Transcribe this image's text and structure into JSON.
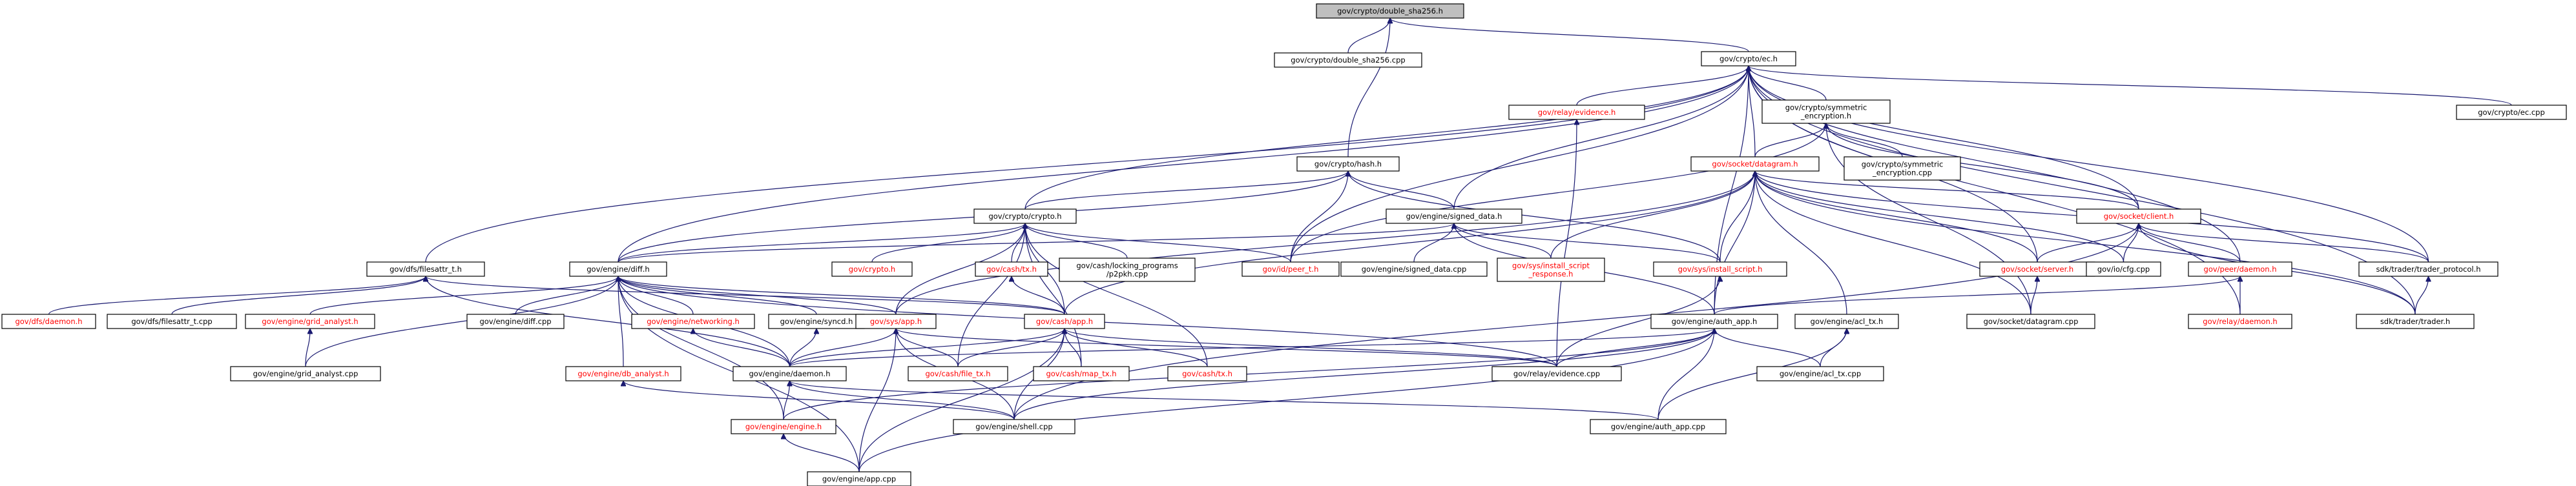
{
  "colors": {
    "edge": "#191970",
    "root_fill": "#bfbfbf",
    "node_fill": "#ffffff",
    "text_normal": "#000000",
    "text_link": "#ff0000"
  },
  "nodes": [
    {
      "id": "root",
      "lines": [
        "gov/crypto/double_sha256.h"
      ],
      "kind": "root"
    },
    {
      "id": "dsha_cpp",
      "lines": [
        "gov/crypto/double_sha256.cpp"
      ],
      "kind": "normal"
    },
    {
      "id": "ec_h",
      "lines": [
        "gov/crypto/ec.h"
      ],
      "kind": "normal"
    },
    {
      "id": "hash_h",
      "lines": [
        "gov/crypto/hash.h"
      ],
      "kind": "normal"
    },
    {
      "id": "evidence_h",
      "lines": [
        "gov/relay/evidence.h"
      ],
      "kind": "link"
    },
    {
      "id": "sym_h",
      "lines": [
        "gov/crypto/symmetric",
        "_encryption.h"
      ],
      "kind": "normal"
    },
    {
      "id": "ec_cpp",
      "lines": [
        "gov/crypto/ec.cpp"
      ],
      "kind": "normal"
    },
    {
      "id": "sym_cpp",
      "lines": [
        "gov/crypto/symmetric",
        "_encryption.cpp"
      ],
      "kind": "normal"
    },
    {
      "id": "datagram_h",
      "lines": [
        "gov/socket/datagram.h"
      ],
      "kind": "link"
    },
    {
      "id": "crypto_h",
      "lines": [
        "gov/crypto/crypto.h"
      ],
      "kind": "normal"
    },
    {
      "id": "signed_h",
      "lines": [
        "gov/engine/signed_data.h"
      ],
      "kind": "normal"
    },
    {
      "id": "client_h",
      "lines": [
        "gov/socket/client.h"
      ],
      "kind": "link"
    },
    {
      "id": "filesattr_h",
      "lines": [
        "gov/dfs/filesattr_t.h"
      ],
      "kind": "normal"
    },
    {
      "id": "diff_h",
      "lines": [
        "gov/engine/diff.h"
      ],
      "kind": "normal"
    },
    {
      "id": "crypto_red",
      "lines": [
        "gov/crypto.h"
      ],
      "kind": "link"
    },
    {
      "id": "cashtx_h",
      "lines": [
        "gov/cash/tx.h"
      ],
      "kind": "link"
    },
    {
      "id": "p2pkh",
      "lines": [
        "gov/cash/locking_programs",
        "/p2pkh.cpp"
      ],
      "kind": "normal"
    },
    {
      "id": "peer_h",
      "lines": [
        "gov/id/peer_t.h"
      ],
      "kind": "link"
    },
    {
      "id": "signed_cpp",
      "lines": [
        "gov/engine/signed_data.cpp"
      ],
      "kind": "normal"
    },
    {
      "id": "install_resp",
      "lines": [
        "gov/sys/install_script",
        "_response.h"
      ],
      "kind": "link"
    },
    {
      "id": "install_h",
      "lines": [
        "gov/sys/install_script.h"
      ],
      "kind": "link"
    },
    {
      "id": "server_h",
      "lines": [
        "gov/socket/server.h"
      ],
      "kind": "link"
    },
    {
      "id": "cfg_cpp",
      "lines": [
        "gov/io/cfg.cpp"
      ],
      "kind": "normal"
    },
    {
      "id": "peerd_h",
      "lines": [
        "gov/peer/daemon.h"
      ],
      "kind": "link"
    },
    {
      "id": "proto_h",
      "lines": [
        "sdk/trader/trader_protocol.h"
      ],
      "kind": "normal"
    },
    {
      "id": "dfsdaemon_h",
      "lines": [
        "gov/dfs/daemon.h"
      ],
      "kind": "link"
    },
    {
      "id": "filesattr_cpp",
      "lines": [
        "gov/dfs/filesattr_t.cpp"
      ],
      "kind": "normal"
    },
    {
      "id": "grid_h",
      "lines": [
        "gov/engine/grid_analyst.h"
      ],
      "kind": "link"
    },
    {
      "id": "diff_cpp",
      "lines": [
        "gov/engine/diff.cpp"
      ],
      "kind": "normal"
    },
    {
      "id": "net_h",
      "lines": [
        "gov/engine/networking.h"
      ],
      "kind": "link"
    },
    {
      "id": "syncd_h",
      "lines": [
        "gov/engine/syncd.h"
      ],
      "kind": "normal"
    },
    {
      "id": "sysapp_h",
      "lines": [
        "gov/sys/app.h"
      ],
      "kind": "link"
    },
    {
      "id": "cashapp_h",
      "lines": [
        "gov/cash/app.h"
      ],
      "kind": "link"
    },
    {
      "id": "authapp_h",
      "lines": [
        "gov/engine/auth_app.h"
      ],
      "kind": "normal"
    },
    {
      "id": "acltx_h",
      "lines": [
        "gov/engine/acl_tx.h"
      ],
      "kind": "normal"
    },
    {
      "id": "datagram_cpp",
      "lines": [
        "gov/socket/datagram.cpp"
      ],
      "kind": "normal"
    },
    {
      "id": "relayd_h",
      "lines": [
        "gov/relay/daemon.h"
      ],
      "kind": "link"
    },
    {
      "id": "trader_h",
      "lines": [
        "sdk/trader/trader.h"
      ],
      "kind": "normal"
    },
    {
      "id": "grid_cpp",
      "lines": [
        "gov/engine/grid_analyst.cpp"
      ],
      "kind": "normal"
    },
    {
      "id": "db_h",
      "lines": [
        "gov/engine/db_analyst.h"
      ],
      "kind": "link"
    },
    {
      "id": "engd_h",
      "lines": [
        "gov/engine/daemon.h"
      ],
      "kind": "normal"
    },
    {
      "id": "filetx_h",
      "lines": [
        "gov/cash/file_tx.h"
      ],
      "kind": "link"
    },
    {
      "id": "mapt_h",
      "lines": [
        "gov/cash/map_tx.h"
      ],
      "kind": "link"
    },
    {
      "id": "cashtx2_h",
      "lines": [
        "gov/cash/tx.h"
      ],
      "kind": "link"
    },
    {
      "id": "evidence_cpp",
      "lines": [
        "gov/relay/evidence.cpp"
      ],
      "kind": "normal"
    },
    {
      "id": "acltx_cpp",
      "lines": [
        "gov/engine/acl_tx.cpp"
      ],
      "kind": "normal"
    },
    {
      "id": "engine_h",
      "lines": [
        "gov/engine/engine.h"
      ],
      "kind": "link"
    },
    {
      "id": "shell_cpp",
      "lines": [
        "gov/engine/shell.cpp"
      ],
      "kind": "normal"
    },
    {
      "id": "authapp_cpp",
      "lines": [
        "gov/engine/auth_app.cpp"
      ],
      "kind": "normal"
    },
    {
      "id": "app_cpp",
      "lines": [
        "gov/engine/app.cpp"
      ],
      "kind": "normal"
    }
  ],
  "edges": [
    [
      "dsha_cpp",
      "root"
    ],
    [
      "ec_h",
      "root"
    ],
    [
      "hash_h",
      "root"
    ],
    [
      "ec_cpp",
      "ec_h"
    ],
    [
      "evidence_h",
      "ec_h"
    ],
    [
      "sym_h",
      "ec_h"
    ],
    [
      "datagram_h",
      "ec_h"
    ],
    [
      "crypto_h",
      "ec_h"
    ],
    [
      "signed_h",
      "ec_h"
    ],
    [
      "client_h",
      "ec_h"
    ],
    [
      "filesattr_h",
      "ec_h"
    ],
    [
      "diff_h",
      "ec_h"
    ],
    [
      "authapp_h",
      "ec_h"
    ],
    [
      "server_h",
      "ec_h"
    ],
    [
      "peerd_h",
      "ec_h"
    ],
    [
      "proto_h",
      "ec_h"
    ],
    [
      "trader_h",
      "ec_h"
    ],
    [
      "relayd_h",
      "ec_h"
    ],
    [
      "peer_h",
      "ec_h"
    ],
    [
      "sym_cpp",
      "sym_h"
    ],
    [
      "datagram_h",
      "sym_h"
    ],
    [
      "client_h",
      "sym_h"
    ],
    [
      "datagram_cpp",
      "sym_h"
    ],
    [
      "peer_h",
      "sym_h"
    ],
    [
      "crypto_h",
      "hash_h"
    ],
    [
      "signed_h",
      "hash_h"
    ],
    [
      "diff_h",
      "hash_h"
    ],
    [
      "peer_h",
      "hash_h"
    ],
    [
      "install_h",
      "hash_h"
    ],
    [
      "evidence_cpp",
      "evidence_h"
    ],
    [
      "client_h",
      "datagram_h"
    ],
    [
      "install_resp",
      "datagram_h"
    ],
    [
      "install_h",
      "datagram_h"
    ],
    [
      "server_h",
      "datagram_h"
    ],
    [
      "cfg_cpp",
      "datagram_h"
    ],
    [
      "acltx_h",
      "datagram_h"
    ],
    [
      "datagram_cpp",
      "datagram_h"
    ],
    [
      "proto_h",
      "datagram_h"
    ],
    [
      "cashapp_h",
      "datagram_h"
    ],
    [
      "authapp_h",
      "datagram_h"
    ],
    [
      "trader_h",
      "datagram_h"
    ],
    [
      "sysapp_h",
      "datagram_h"
    ],
    [
      "crypto_red",
      "crypto_h"
    ],
    [
      "cashtx_h",
      "crypto_h"
    ],
    [
      "p2pkh",
      "crypto_h"
    ],
    [
      "peer_h",
      "crypto_h"
    ],
    [
      "diff_h",
      "crypto_h"
    ],
    [
      "sysapp_h",
      "crypto_h"
    ],
    [
      "cashapp_h",
      "crypto_h"
    ],
    [
      "mapt_h",
      "crypto_h"
    ],
    [
      "cashtx2_h",
      "crypto_h"
    ],
    [
      "filetx_h",
      "crypto_h"
    ],
    [
      "signed_cpp",
      "signed_h"
    ],
    [
      "install_resp",
      "signed_h"
    ],
    [
      "install_h",
      "signed_h"
    ],
    [
      "diff_h",
      "signed_h"
    ],
    [
      "authapp_h",
      "signed_h"
    ],
    [
      "server_h",
      "client_h"
    ],
    [
      "cfg_cpp",
      "client_h"
    ],
    [
      "peerd_h",
      "client_h"
    ],
    [
      "proto_h",
      "client_h"
    ],
    [
      "trader_h",
      "client_h"
    ],
    [
      "shell_cpp",
      "client_h"
    ],
    [
      "dfsdaemon_h",
      "filesattr_h"
    ],
    [
      "filesattr_cpp",
      "filesattr_h"
    ],
    [
      "engd_h",
      "filesattr_h"
    ],
    [
      "cashapp_h",
      "filesattr_h"
    ],
    [
      "grid_h",
      "diff_h"
    ],
    [
      "diff_cpp",
      "diff_h"
    ],
    [
      "net_h",
      "diff_h"
    ],
    [
      "syncd_h",
      "diff_h"
    ],
    [
      "sysapp_h",
      "diff_h"
    ],
    [
      "cashapp_h",
      "diff_h"
    ],
    [
      "db_h",
      "diff_h"
    ],
    [
      "engd_h",
      "diff_h"
    ],
    [
      "evidence_cpp",
      "diff_h"
    ],
    [
      "grid_cpp",
      "diff_h"
    ],
    [
      "engine_h",
      "diff_h"
    ],
    [
      "app_cpp",
      "diff_h"
    ],
    [
      "cashapp_h",
      "cashtx_h"
    ],
    [
      "evidence_cpp",
      "install_h"
    ],
    [
      "datagram_cpp",
      "server_h"
    ],
    [
      "relayd_h",
      "peerd_h"
    ],
    [
      "authapp_h",
      "peerd_h"
    ],
    [
      "trader_h",
      "proto_h"
    ],
    [
      "grid_cpp",
      "grid_h"
    ],
    [
      "engd_h",
      "net_h"
    ],
    [
      "engd_h",
      "syncd_h"
    ],
    [
      "engd_h",
      "sysapp_h"
    ],
    [
      "shell_cpp",
      "sysapp_h"
    ],
    [
      "app_cpp",
      "sysapp_h"
    ],
    [
      "filetx_h",
      "sysapp_h"
    ],
    [
      "evidence_cpp",
      "sysapp_h"
    ],
    [
      "filetx_h",
      "cashapp_h"
    ],
    [
      "mapt_h",
      "cashapp_h"
    ],
    [
      "cashtx2_h",
      "cashapp_h"
    ],
    [
      "evidence_cpp",
      "cashapp_h"
    ],
    [
      "shell_cpp",
      "cashapp_h"
    ],
    [
      "app_cpp",
      "cashapp_h"
    ],
    [
      "engd_h",
      "cashapp_h"
    ],
    [
      "evidence_cpp",
      "authapp_h"
    ],
    [
      "acltx_cpp",
      "authapp_h"
    ],
    [
      "authapp_cpp",
      "authapp_h"
    ],
    [
      "shell_cpp",
      "authapp_h"
    ],
    [
      "app_cpp",
      "authapp_h"
    ],
    [
      "engine_h",
      "authapp_h"
    ],
    [
      "engd_h",
      "authapp_h"
    ],
    [
      "acltx_cpp",
      "acltx_h"
    ],
    [
      "authapp_cpp",
      "acltx_h"
    ],
    [
      "shell_cpp",
      "db_h"
    ],
    [
      "engine_h",
      "engd_h"
    ],
    [
      "shell_cpp",
      "engd_h"
    ],
    [
      "authapp_cpp",
      "engd_h"
    ],
    [
      "app_cpp",
      "engine_h"
    ]
  ]
}
